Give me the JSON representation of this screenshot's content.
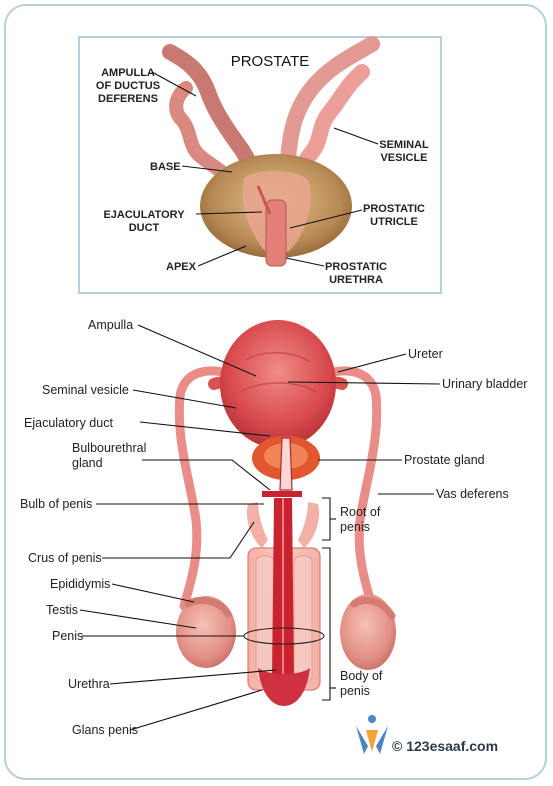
{
  "prostate_inset": {
    "title": "PROSTATE",
    "labels": {
      "ampulla": [
        "AMPULLA",
        "OF DUCTUS",
        "DEFERENS"
      ],
      "base": "BASE",
      "ejaculatory_duct": [
        "EJACULATORY",
        "DUCT"
      ],
      "apex": "APEX",
      "seminal_vesicle": [
        "SEMINAL",
        "VESICLE"
      ],
      "prostatic_utricle": [
        "PROSTATIC",
        "UTRICLE"
      ],
      "prostatic_urethra": [
        "PROSTATIC",
        "URETHRA"
      ]
    }
  },
  "main_diagram": {
    "labels": {
      "ampulla": "Ampulla",
      "seminal_vesicle": "Seminal vesicle",
      "ejaculatory_duct": "Ejaculatory duct",
      "bulbourethral_gland": [
        "Bulbourethral",
        "gland"
      ],
      "bulb_of_penis": "Bulb of penis",
      "crus_of_penis": "Crus of penis",
      "epididymis": "Epididymis",
      "testis": "Testis",
      "penis": "Penis",
      "urethra": "Urethra",
      "glans_penis": "Glans penis",
      "ureter": "Ureter",
      "urinary_bladder": "Urinary bladder",
      "prostate_gland": "Prostate gland",
      "vas_deferens": "Vas deferens",
      "root_of_penis": [
        "Root of",
        "penis"
      ],
      "body_of_penis": [
        "Body of",
        "penis"
      ]
    }
  },
  "branding": {
    "text": "© 123esaaf.com"
  },
  "colors": {
    "frame_border": "#b7cde0",
    "tissue_red": "#d9474a",
    "tissue_pink": "#ef9a9a",
    "prostate_tan": "#b88a55",
    "bladder_red": "#d94a4d",
    "logo_blue": "#4f84c4",
    "logo_orange": "#f3a23a"
  }
}
